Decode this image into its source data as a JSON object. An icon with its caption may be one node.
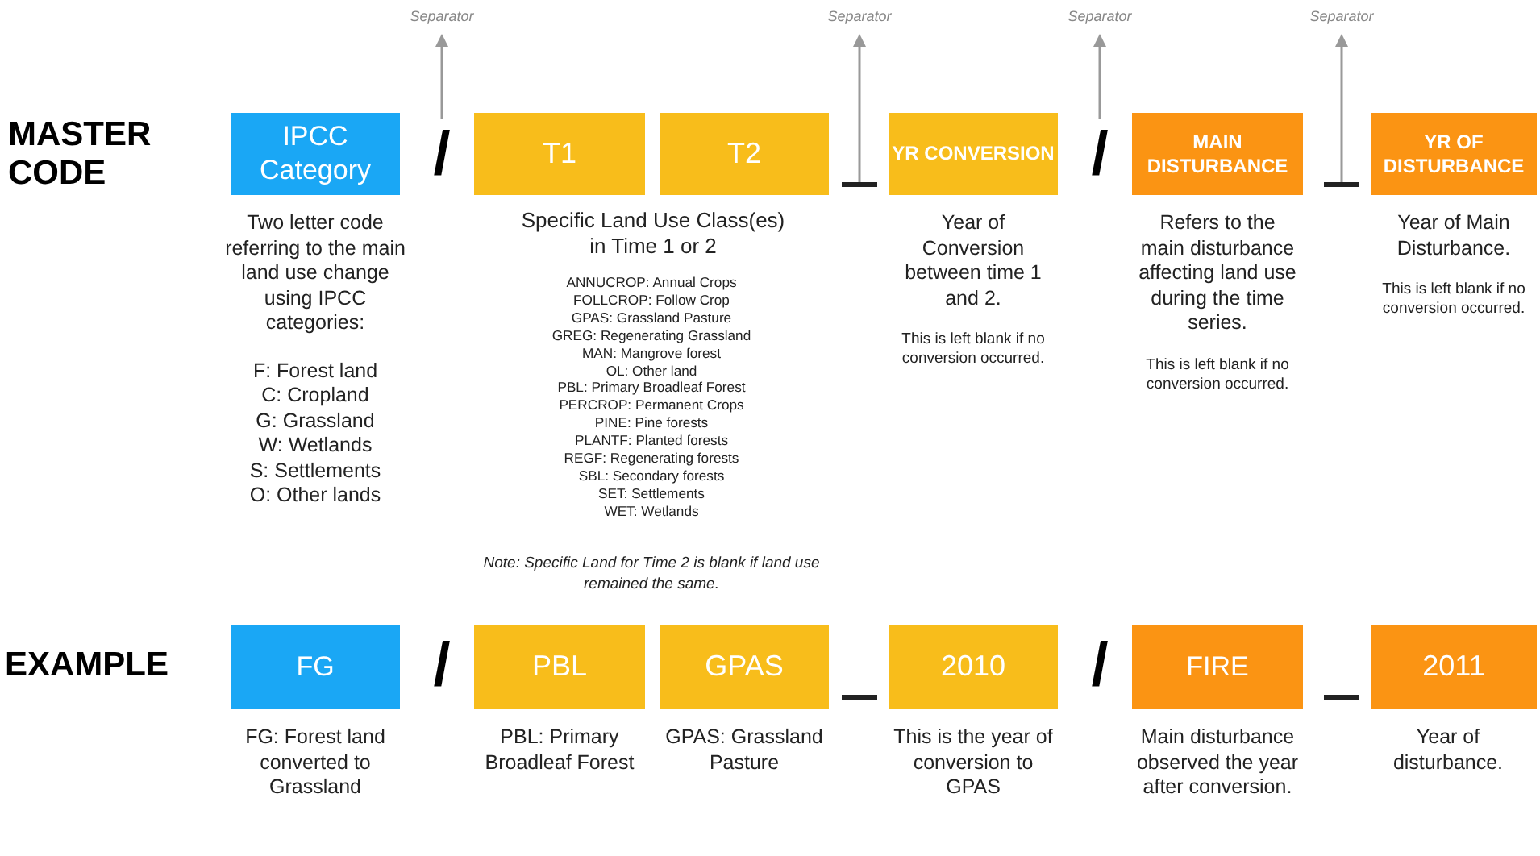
{
  "diagram": {
    "nodes": [
      {
        "text": [
          "IPCC Category"
        ],
        "beside": [
          "Two letter code referring to the main land use change using IPCC categories:",
          "F: Forest land",
          "C: Cropland",
          "G: Grassland",
          "W: Wetlands",
          "S: Settlements",
          "O: Other lands"
        ]
      },
      {
        "text": [
          "T1"
        ]
      },
      {
        "text": [
          "T2"
        ]
      },
      {
        "text": [
          "YR CONVERSION"
        ],
        "beside": [
          "Year of Conversion between time 1 and 2.",
          "This is left blank if no conversion occurred."
        ]
      },
      {
        "text": [
          "MAIN DISTURBANCE"
        ],
        "beside": [
          "Refers to the main disturbance affecting land use during the time series.",
          "This is left blank if no conversion occurred."
        ]
      },
      {
        "text": [
          "YR OF DISTURBANCE"
        ],
        "beside": [
          "Year of Main Disturbance.",
          "This is left blank if no conversion occurred."
        ]
      },
      {
        "text": [
          "FG"
        ],
        "beside": [
          "FG: Forest land converted to Grassland"
        ]
      },
      {
        "text": [
          "PBL"
        ],
        "beside": [
          "PBL: Primary Broadleaf Forest"
        ]
      },
      {
        "text": [
          "GPAS"
        ],
        "beside": [
          "GPAS: Grassland Pasture"
        ]
      },
      {
        "text": [
          "2010"
        ],
        "beside": [
          "This is the year of conversion to GPAS"
        ]
      },
      {
        "text": [
          "FIRE"
        ],
        "beside": [
          "Main disturbance observed the year after conversion."
        ]
      },
      {
        "text": [
          "2011"
        ],
        "beside": [
          "Year of disturbance."
        ]
      },
      {
        "text": [
          "/"
        ]
      },
      {
        "text": [],
        "shape": "bar"
      },
      {
        "text": [
          "/"
        ]
      },
      {
        "text": [],
        "shape": "bar"
      },
      {
        "text": [
          "Separator"
        ]
      },
      {
        "text": [
          "Separator"
        ]
      },
      {
        "text": [
          "Separator"
        ]
      },
      {
        "text": [
          "Separator"
        ]
      }
    ],
    "edges": [
      {
        "from": 12,
        "to": 16,
        "arrow": "to"
      },
      {
        "from": 13,
        "to": 17,
        "arrow": "to"
      },
      {
        "from": 14,
        "to": 18,
        "arrow": "to"
      },
      {
        "from": 15,
        "to": 19,
        "arrow": "to"
      }
    ],
    "labels": [
      "MASTER CODE",
      "Specific Land Use Class(es) in Time 1 or 2",
      "ANNUCROP: Annual Crops",
      "FOLLCROP: Follow Crop",
      "GPAS: Grassland Pasture",
      "GREG: Regenerating Grassland",
      "MAN: Mangrove forest",
      "OL: Other land",
      "PBL: Primary Broadleaf Forest",
      "PERCROP: Permanent Crops",
      "PINE: Pine forests",
      "PLANTF: Planted forests",
      "REGF: Regenerating forests",
      "SBL: Secondary forests",
      "SET: Settlements",
      "WET: Wetlands",
      "Note: Specific Land for Time 2 is blank if land use remained the same.",
      "EXAMPLE",
      "/",
      "/"
    ]
  }
}
